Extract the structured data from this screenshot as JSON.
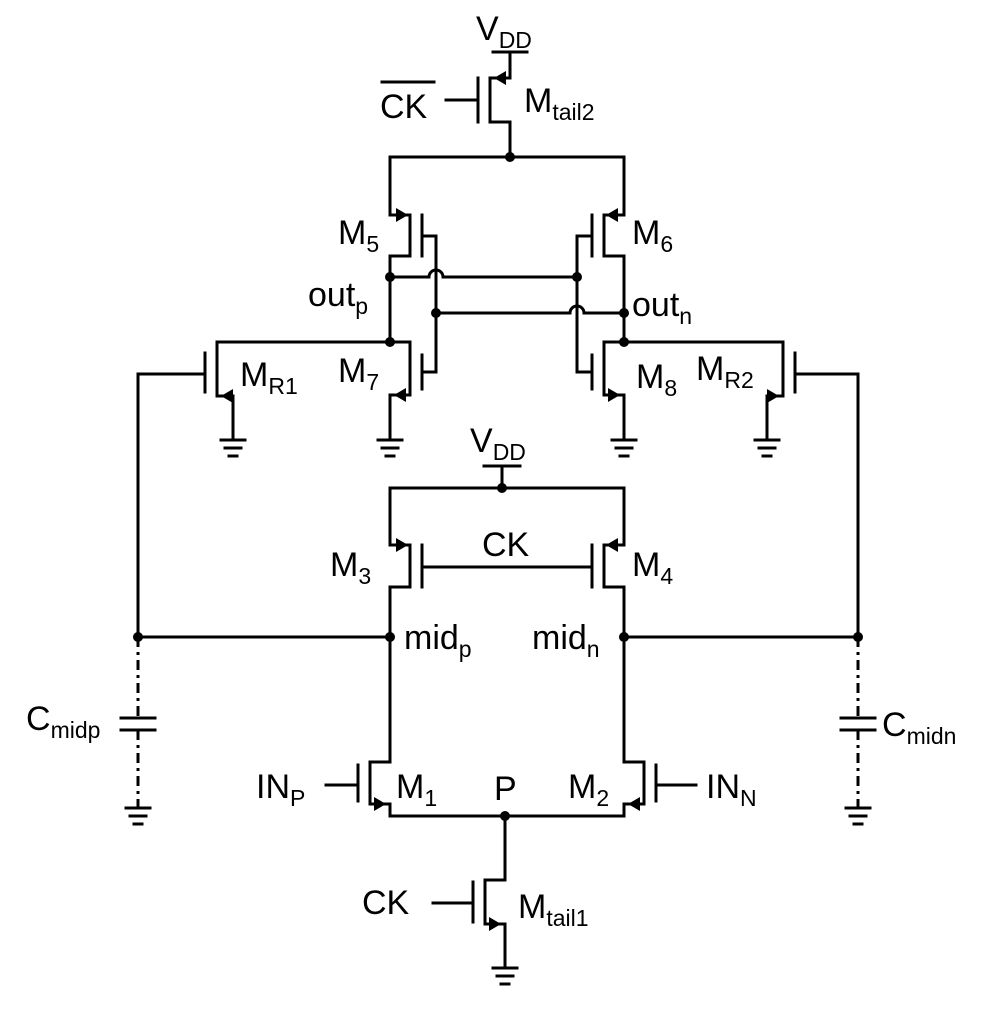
{
  "labels": {
    "vdd_top": {
      "main": "V",
      "sub": "DD"
    },
    "vdd_mid": {
      "main": "V",
      "sub": "DD"
    },
    "ck_bar": "CK",
    "mtail2": {
      "main": "M",
      "sub": "tail2"
    },
    "m5": {
      "main": "M",
      "sub": "5"
    },
    "m6": {
      "main": "M",
      "sub": "6"
    },
    "m7": {
      "main": "M",
      "sub": "7"
    },
    "m8": {
      "main": "M",
      "sub": "8"
    },
    "outp": {
      "main": "out",
      "sub": "p"
    },
    "outn": {
      "main": "out",
      "sub": "n"
    },
    "mr1": {
      "main": "M",
      "sub": "R1"
    },
    "mr2": {
      "main": "M",
      "sub": "R2"
    },
    "ck_mid": "CK",
    "m3": {
      "main": "M",
      "sub": "3"
    },
    "m4": {
      "main": "M",
      "sub": "4"
    },
    "midp": {
      "main": "mid",
      "sub": "p"
    },
    "midn": {
      "main": "mid",
      "sub": "n"
    },
    "cmidp": {
      "main": "C",
      "sub": "midp"
    },
    "cmidn": {
      "main": "C",
      "sub": "midn"
    },
    "inp": {
      "main": "IN",
      "sub": "P"
    },
    "inn": {
      "main": "IN",
      "sub": "N"
    },
    "m1": {
      "main": "M",
      "sub": "1"
    },
    "m2": {
      "main": "M",
      "sub": "2"
    },
    "p": "P",
    "ck_bot": "CK",
    "mtail1": {
      "main": "M",
      "sub": "tail1"
    }
  }
}
